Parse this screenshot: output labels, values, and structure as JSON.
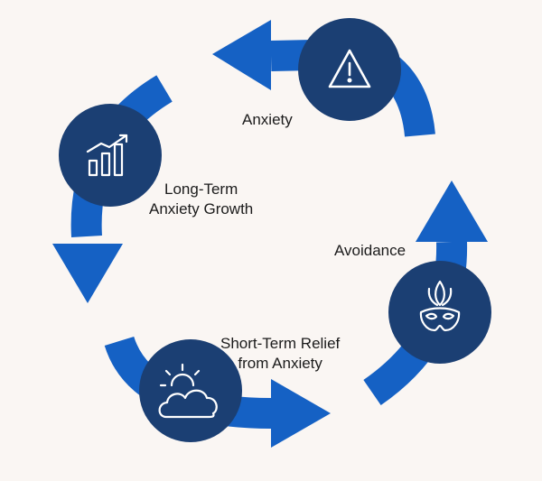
{
  "diagram": {
    "colors": {
      "background": "#faf6f3",
      "arrow": "#1561c4",
      "node": "#1b3f73",
      "icon": "#ffffff",
      "text": "#1b1b1b"
    },
    "nodes": [
      {
        "id": "anxiety",
        "icon": "warning-triangle-icon",
        "label_lines": [
          "Anxiety"
        ]
      },
      {
        "id": "avoidance",
        "icon": "mask-icon",
        "label_lines": [
          "Avoidance"
        ]
      },
      {
        "id": "relief",
        "icon": "cloud-sun-icon",
        "label_lines": [
          "Short-Term Relief",
          "from Anxiety"
        ]
      },
      {
        "id": "growth",
        "icon": "growth-chart-icon",
        "label_lines": [
          "Long-Term",
          "Anxiety Growth"
        ]
      }
    ]
  }
}
